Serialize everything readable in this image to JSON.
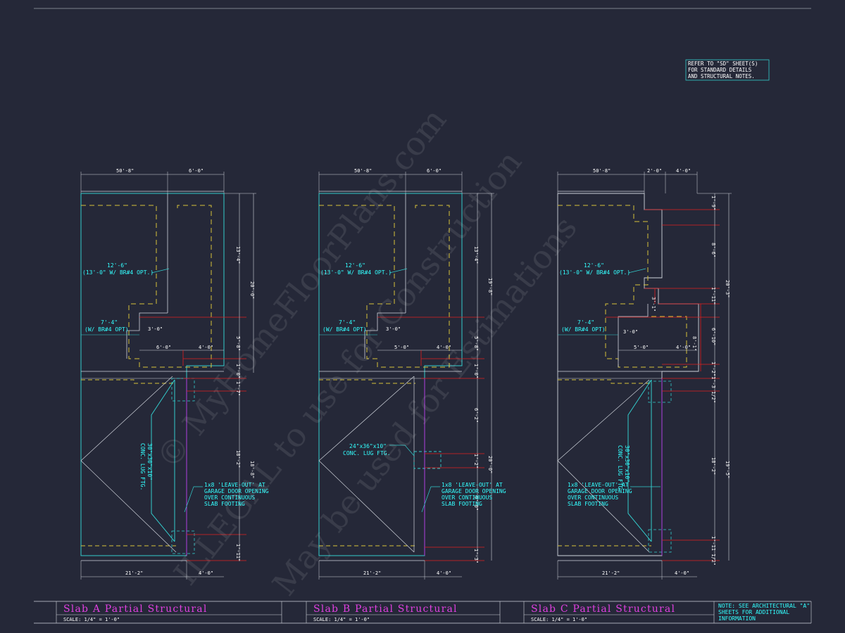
{
  "ref_note": [
    "REFER TO \"SD\" SHEET(S)",
    "FOR STANDARD DETAILS",
    "AND STRUCTURAL NOTES."
  ],
  "watermark": [
    "© MyHomeFloorPlans.com",
    "ILLEGAL to use for Construction",
    "May be used for Estimations"
  ],
  "colors": {
    "bg": "#252838",
    "outline": "#d0d4dc",
    "slab_edge": "#33cccc",
    "footing": "#d6c23a",
    "dim_red": "#e02020",
    "purple": "#b040e0",
    "title": "#e040e0",
    "note_cyan": "#33ffff"
  },
  "slab_a": {
    "title": "Slab A Partial Structural",
    "scale": "SCALE: 1/4\" = 1'-0\"",
    "top_dims": [
      "50'-8\"",
      "6'-0\""
    ],
    "bottom_dims": [
      "21'-2\"",
      "4'-0\""
    ],
    "right_dims": [
      "13'-4\"",
      "5'-8\"",
      "1'-0\"",
      "1'-7\"",
      "18'-2\"",
      "1'-11\""
    ],
    "overall_dims": [
      "20'-0\"",
      "18'-8\""
    ],
    "inner_dims": [
      "3'-0\"",
      "6'-0\"",
      "4'-0\""
    ],
    "callouts": {
      "reinf1_line1": "12'-6\"",
      "reinf1_line2": "(13'-0\" W/ BR#4 OPT.)",
      "reinf2_line1": "7'-4\"",
      "reinf2_line2": "(W/ BR#4 OPT)",
      "lug_line1": "30\"x30\"x10\"",
      "lug_line2": "CONC. LUG FTG.",
      "leave_out": [
        "1x8 'LEAVE-OUT' AT",
        "GARAGE DOOR OPENING",
        "OVER CONTINUOUS",
        "SLAB FOOTING"
      ]
    }
  },
  "slab_b": {
    "title": "Slab B Partial Structural",
    "scale": "SCALE: 1/4\" = 1'-0\"",
    "top_dims": [
      "50'-8\"",
      "6'-0\""
    ],
    "bottom_dims": [
      "21'-2\"",
      "4'-0\""
    ],
    "right_dims": [
      "13'-4\"",
      "5'-8\"",
      "1'-0\"",
      "6'-2\"",
      "1'-2\"",
      "9'-0\"",
      "1'-3\""
    ],
    "overall_dims": [
      "19'-8\"",
      "20'-0\""
    ],
    "inner_dims": [
      "3'-0\"",
      "5'-0\"",
      "4'-0\""
    ],
    "callouts": {
      "reinf1_line1": "12'-6\"",
      "reinf1_line2": "(13'-0\" W/ BR#4 OPT.)",
      "reinf2_line1": "7'-4\"",
      "reinf2_line2": "(W/ BR#4 OPT)",
      "lug_line1": "24\"x36\"x10\"",
      "lug_line2": "CONC. LUG FTG.",
      "leave_out": [
        "1x8 'LEAVE-OUT' AT",
        "GARAGE DOOR OPENING",
        "OVER CONTINUOUS",
        "SLAB FOOTING"
      ]
    }
  },
  "slab_c": {
    "title": "Slab C Partial Structural",
    "scale": "SCALE: 1/4\" = 1'-0\"",
    "top_dims": [
      "50'-8\"",
      "2'-0\"",
      "4'-0\""
    ],
    "bottom_dims": [
      "21'-2\"",
      "4'-0\""
    ],
    "right_dims": [
      "1'-9\"",
      "8'-6\"",
      "1'-11\"",
      "6'-10\"",
      "1'-2\"",
      "1'-3 1/2\"",
      "18'-2\"",
      "1'-11 1/2\""
    ],
    "overall_dims": [
      "20'-3\"",
      "19'-5\""
    ],
    "inner_dims": [
      "3'-0\"",
      "5'-0\"",
      "4'-0\"",
      "3'-1\"",
      "8'-1\""
    ],
    "callouts": {
      "reinf1_line1": "12'-6\"",
      "reinf1_line2": "(13'-0\" W/ BR#4 OPT.)",
      "reinf2_line1": "7'-4\"",
      "reinf2_line2": "(W/ BR#4 OPT)",
      "lug_line1": "30\"x30\"x10\"",
      "lug_line2": "CONC. LUG FTG.",
      "leave_out": [
        "1x8 'LEAVE-OUT' AT",
        "GARAGE DOOR OPENING",
        "OVER CONTINUOUS",
        "SLAB FOOTING"
      ]
    }
  },
  "title_note": [
    "NOTE: SEE ARCHITECTURAL \"A\"",
    "SHEETS FOR ADDITIONAL",
    "INFORMATION"
  ]
}
